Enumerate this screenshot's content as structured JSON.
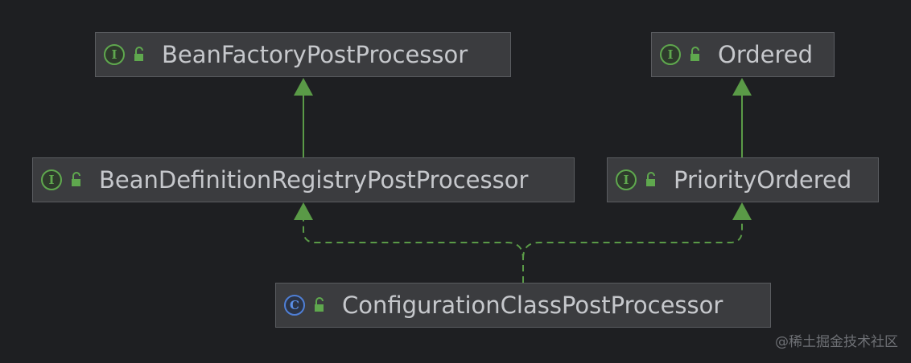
{
  "nodes": {
    "bean_factory_post_processor": {
      "kind": "I",
      "label": "BeanFactoryPostProcessor"
    },
    "ordered": {
      "kind": "I",
      "label": "Ordered"
    },
    "bean_definition_registry_post_processor": {
      "kind": "I",
      "label": "BeanDefinitionRegistryPostProcessor"
    },
    "priority_ordered": {
      "kind": "I",
      "label": "PriorityOrdered"
    },
    "configuration_class_post_processor": {
      "kind": "C",
      "label": "ConfigurationClassPostProcessor"
    }
  },
  "edges": [
    {
      "from": "bean_definition_registry_post_processor",
      "to": "bean_factory_post_processor",
      "style": "solid"
    },
    {
      "from": "priority_ordered",
      "to": "ordered",
      "style": "solid"
    },
    {
      "from": "configuration_class_post_processor",
      "to": "bean_definition_registry_post_processor",
      "style": "dashed"
    },
    {
      "from": "configuration_class_post_processor",
      "to": "priority_ordered",
      "style": "dashed"
    }
  ],
  "colors": {
    "background": "#1e1f22",
    "node_fill": "#3b3c3f",
    "node_border": "#5a5c60",
    "edge": "#5a9a47",
    "interface_badge": "#5fa84e",
    "class_badge": "#4f7fd6"
  },
  "icons": {
    "interface_badge": "interface-icon",
    "class_badge": "class-icon",
    "visibility": "unlocked-padlock-icon"
  },
  "watermark": "@稀土掘金技术社区"
}
